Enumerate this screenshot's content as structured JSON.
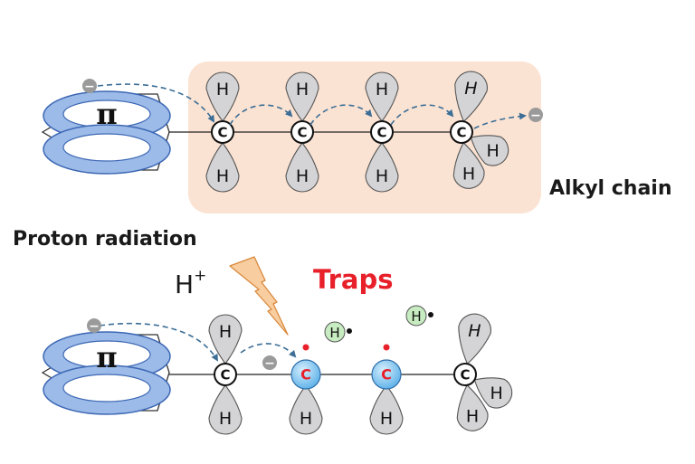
{
  "labels": {
    "alkyl_chain": "Alkyl chain",
    "proton_radiation": "Proton radiation",
    "traps": "Traps",
    "h_plus_base": "H",
    "h_plus_sup": "+"
  },
  "glyphs": {
    "pi": "π",
    "carbon": "C",
    "hydrogen": "H",
    "electron": "−"
  },
  "colors": {
    "alkyl_box": "#fbe3d3",
    "pi_ring": "#9dbbe8",
    "pi_ring_edge": "#3c67b4",
    "hydrogen_lobe": "#d4d4d6",
    "trap_carbon": "#62b4ea",
    "trap_text": "#e8202a",
    "hydrogen_atom": "#c8ecc1",
    "lightning": "#f8cda0",
    "arrow": "#3c6e96"
  }
}
